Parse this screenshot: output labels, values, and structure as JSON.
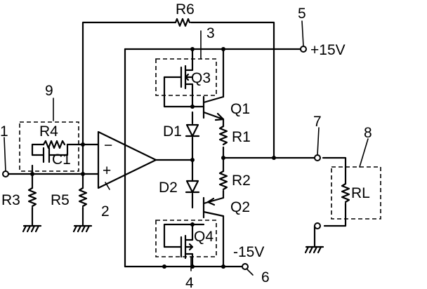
{
  "labels": {
    "R6": "R6",
    "R4": "R4",
    "C1": "C1",
    "R3": "R3",
    "R5": "R5",
    "R1": "R1",
    "R2": "R2",
    "RL": "RL",
    "D1": "D1",
    "D2": "D2",
    "Q1": "Q1",
    "Q2": "Q2",
    "Q3": "Q3",
    "Q4": "Q4",
    "plus_supply": "+15V",
    "minus_supply": "-15V",
    "minus_input": "−",
    "plus_input": "+"
  },
  "ref_numbers": {
    "n1": "1",
    "n2": "2",
    "n3": "3",
    "n4": "4",
    "n5": "5",
    "n6": "6",
    "n7": "7",
    "n8": "8",
    "n9": "9"
  },
  "colors": {
    "ink": "#000000",
    "paper": "#ffffff"
  }
}
